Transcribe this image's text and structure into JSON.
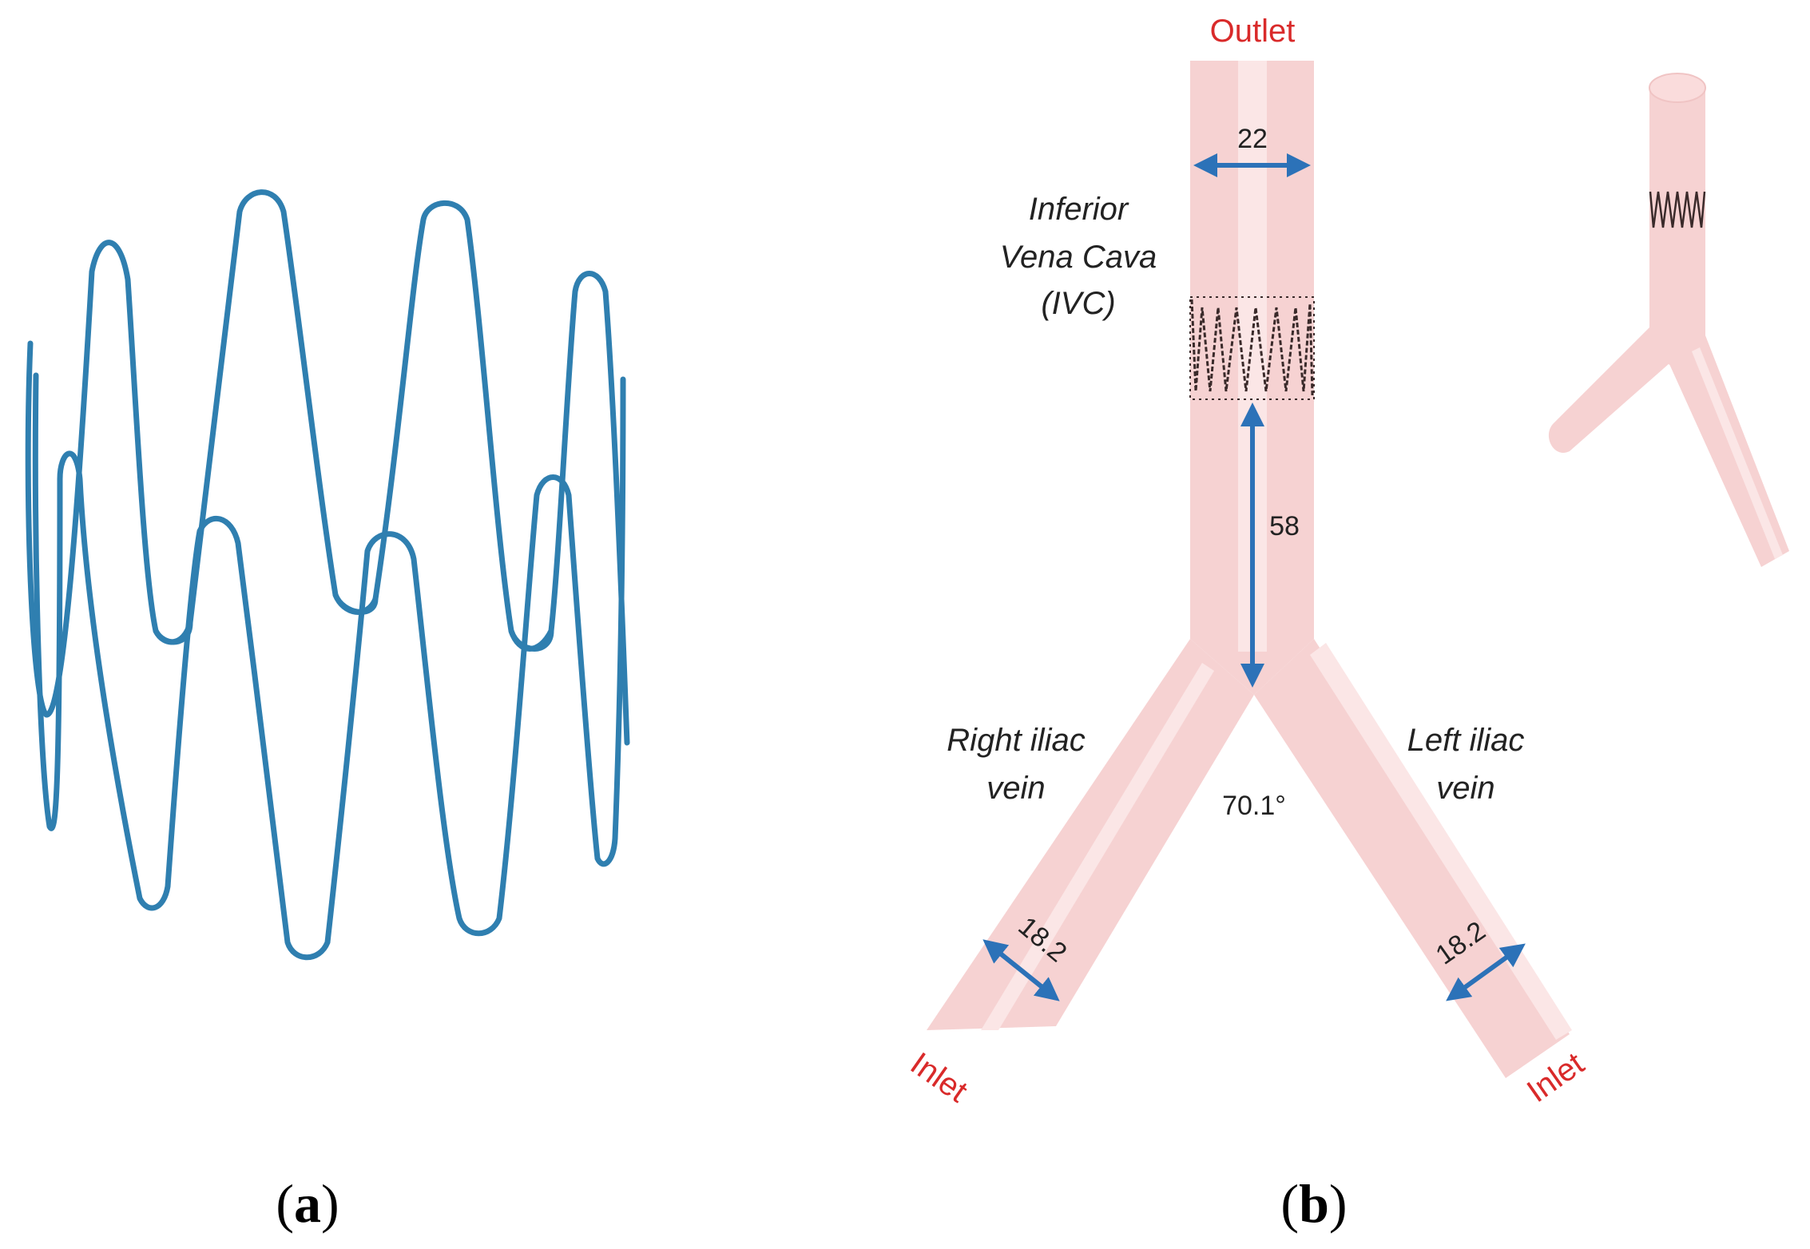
{
  "panel_a": {
    "caption_open": "(",
    "caption_letter": "a",
    "caption_close": ")",
    "stent_color": "#2f7fb0"
  },
  "panel_b": {
    "caption_open": "(",
    "caption_letter": "b",
    "caption_close": ")",
    "outlet_label": "Outlet",
    "inlet_left_label": "Inlet",
    "inlet_right_label": "Inlet",
    "ivc_label_line1": "Inferior",
    "ivc_label_line2": "Vena Cava",
    "ivc_label_line3": "(IVC)",
    "right_iliac_line1": "Right iliac",
    "right_iliac_line2": "vein",
    "left_iliac_line1": "Left iliac",
    "left_iliac_line2": "vein",
    "dim_ivc_diameter": "22",
    "dim_stent_distance": "58",
    "dim_bifurcation_angle": "70.1°",
    "dim_right_iliac_diameter": "18.2",
    "dim_left_iliac_diameter": "18.2",
    "vessel_color": "#f6d2d2",
    "arrow_color": "#2c72b8",
    "label_red_color": "#d92a2a"
  }
}
